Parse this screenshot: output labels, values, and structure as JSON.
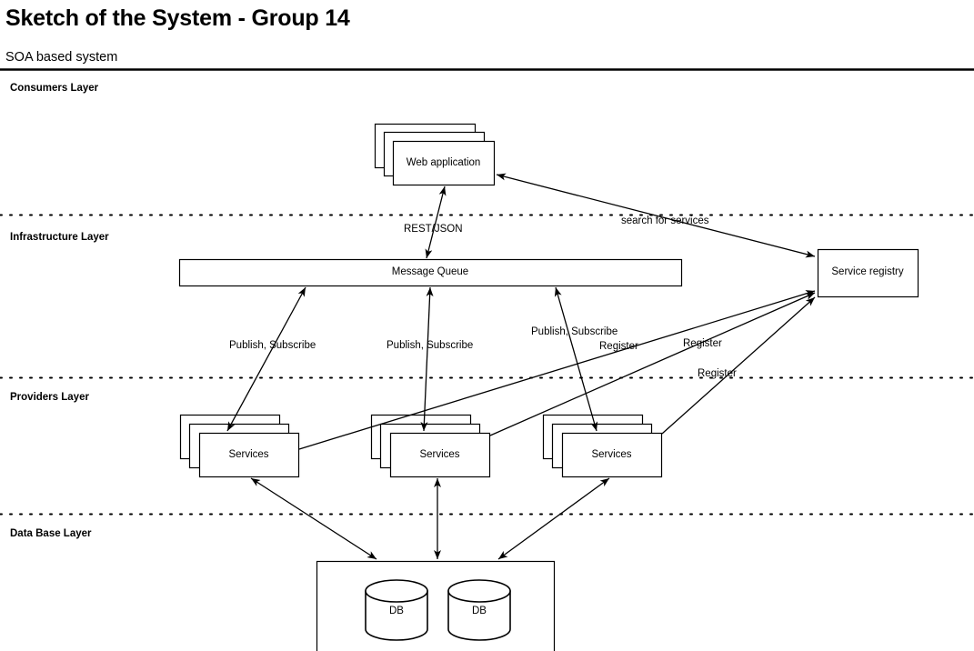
{
  "header": {
    "title": "Sketch of the System - Group 14",
    "subtitle": "SOA based system"
  },
  "layers": [
    {
      "name": "consumers",
      "label": "Consumers Layer"
    },
    {
      "name": "infrastructure",
      "label": "Infrastructure Layer"
    },
    {
      "name": "providers",
      "label": "Providers Layer"
    },
    {
      "name": "database",
      "label": "Data Base Layer"
    }
  ],
  "nodes": {
    "web_application": "Web application",
    "service_registry": "Service registry",
    "message_queue": "Message Queue",
    "services_1": "Services",
    "services_2": "Services",
    "services_3": "Services",
    "db_1": "DB",
    "db_2": "DB"
  },
  "edge_labels": {
    "rest_json": "REST/JSON",
    "search_for_services": "search for services",
    "publish_subscribe_1": "Publish, Subscribe",
    "publish_subscribe_2": "Publish, Subscribe",
    "publish_subscribe_3": "Publish, Subscribe",
    "register_1": "Register",
    "register_2": "Register",
    "register_3": "Register"
  },
  "colors": {
    "stroke": "#000000",
    "fill": "#ffffff",
    "background": "#ffffff"
  }
}
